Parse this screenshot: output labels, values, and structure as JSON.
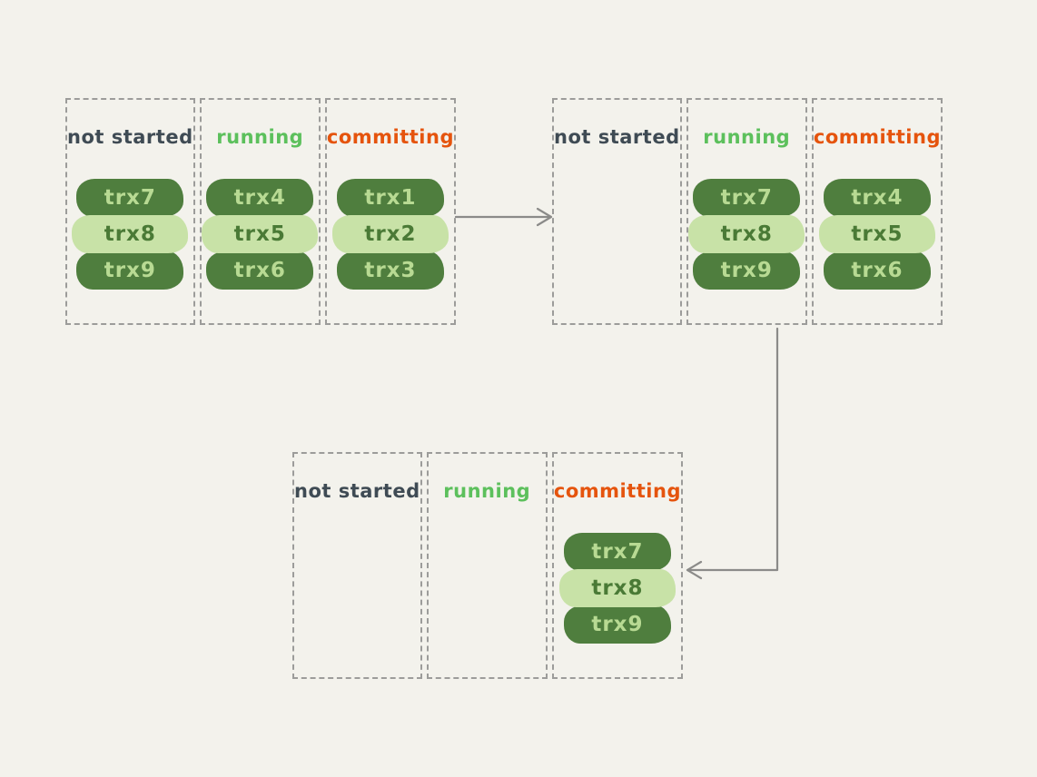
{
  "diagram": {
    "background_color": "#f3f2ec",
    "box_border_color": "#9c9c9a",
    "arrow_color": "#8b8b89"
  },
  "state_colors": {
    "not_started": "#3f4b54",
    "running": "#5cc05c",
    "committing": "#e5540d"
  },
  "pill_colors": {
    "dark_background": "#4f7e3e",
    "dark_text": "#b8da93",
    "light_background": "#c8e2a7",
    "light_text": "#4a7a36"
  },
  "panels": [
    {
      "name": "initial-state",
      "columns": [
        {
          "state": "not started",
          "pills": [
            "trx7",
            "trx8",
            "trx9"
          ]
        },
        {
          "state": "running",
          "pills": [
            "trx4",
            "trx5",
            "trx6"
          ]
        },
        {
          "state": "committing",
          "pills": [
            "trx1",
            "trx2",
            "trx3"
          ]
        }
      ]
    },
    {
      "name": "after-first-transition",
      "columns": [
        {
          "state": "not started",
          "pills": []
        },
        {
          "state": "running",
          "pills": [
            "trx7",
            "trx8",
            "trx9"
          ]
        },
        {
          "state": "committing",
          "pills": [
            "trx4",
            "trx5",
            "trx6"
          ]
        }
      ]
    },
    {
      "name": "after-second-transition",
      "columns": [
        {
          "state": "not started",
          "pills": []
        },
        {
          "state": "running",
          "pills": []
        },
        {
          "state": "committing",
          "pills": [
            "trx7",
            "trx8",
            "trx9"
          ]
        }
      ]
    }
  ],
  "arrows": [
    {
      "name": "panel1-to-panel2",
      "direction": "right"
    },
    {
      "name": "panel2-to-panel3",
      "direction": "down-left"
    }
  ]
}
